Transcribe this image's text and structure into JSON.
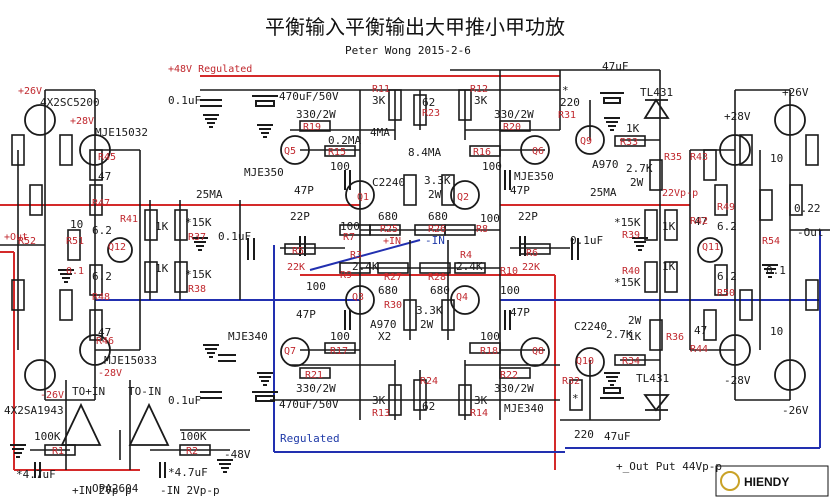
{
  "title": "平衡输入平衡输出大甲推小甲功放",
  "author_line": "Peter Wong 2015-2-6",
  "footer_note": "+_Out Put 44Vp-p",
  "logo_text": "HIENDY",
  "colors": {
    "wire": "#1a1a1a",
    "positive_rail": "#d42a2a",
    "negative_rail": "#2230b0",
    "label_red": "#c0272d",
    "regulated_blue": "#1f3aa8"
  },
  "labels": {
    "plus48": "+48V Regulated",
    "minus48": "-48V",
    "regulated": "Regulated",
    "plus26_l": "+26V",
    "minus26_l": "-26V",
    "plus28_l": "+28V",
    "minus28_l": "-28V",
    "plus26_r": "+26V",
    "minus26_r": "-26V",
    "plus28_r": "+28V",
    "minus28_r": "-28V",
    "q_out_hi_l": "4X2SC5200",
    "q_out_lo_l": "4X2SA1943",
    "mje15032": "MJE15032",
    "mje15033": "MJE15033",
    "mje350_l": "MJE350",
    "mje340_l": "MJE340",
    "mje350_r": "MJE350",
    "mje340_r": "MJE340",
    "c2240": "C2240",
    "a970": "A970",
    "x2": "X2",
    "c2240_b": "C2240",
    "a970_r": "A970",
    "tl431_t": "TL431",
    "tl431_b": "TL431",
    "opa": "OPA2604",
    "out_plus": "+Out",
    "out_minus": "-Out",
    "in_plus": "+IN",
    "in_minus": "-IN",
    "to_plus": "TO+IN",
    "to_minus": "TO-IN",
    "in_plus_amp": "+IN 2Vp-p",
    "in_minus_amp": "-IN 2Vp-p",
    "c01_l": "0.1uF",
    "c470_t": "470uF/50V",
    "c470_b": "470uF/50V",
    "c47_t": "47uF",
    "c47_b": "47uF",
    "c01_lower": "0.1uF",
    "c01_mid_l": "0.1uF",
    "c01_mid_r": "0.1uF",
    "ma02": "0.2MA",
    "ma4": "4MA",
    "ma84": "8.4MA",
    "ma25_l": "25MA",
    "ma25_r": "25MA",
    "vpp22": "22Vp-p",
    "r330_tl": "330/2W",
    "r330_tr": "330/2W",
    "r330_bl": "330/2W",
    "r330_br": "330/2W",
    "r3k_tl": "3K",
    "r3k_tr": "3K",
    "r3k_bl": "3K",
    "r3k_br": "3K",
    "r62_t": "62",
    "r62_b": "62",
    "r100_a": "100",
    "r100_b": "100",
    "r100_c": "100",
    "r100_d": "100",
    "r100_e": "100",
    "r100_f": "100",
    "r100_g": "100",
    "r100_h": "100",
    "r680_a": "680",
    "r680_b": "680",
    "r680_c": "680",
    "r680_d": "680",
    "r33k_a": "3.3K",
    "r2w_a": "2W",
    "r33k_b": "3.3K",
    "r2w_b": "2W",
    "r24k_a": "2.4K",
    "r24k_b": "2.4K",
    "r22k_a": "22K",
    "r22k_b": "22K",
    "c22p_a": "22P",
    "c22p_b": "22P",
    "c47p_a": "47P",
    "c47p_b": "47P",
    "c47p_c": "47P",
    "c47p_d": "47P",
    "r15k_a": "*15K",
    "r15k_b": "*15K",
    "r15k_c": "*15K",
    "r15k_d": "*15K",
    "r1k_a": "1K",
    "r1k_b": "1K",
    "r1k_c": "1K",
    "r1k_d": "1K",
    "r1k_e": "1K",
    "r1k_f": "1K",
    "r62_l1": "6.2",
    "r62_l2": "6.2",
    "r62_r1": "6.2",
    "r62_r2": "6.2",
    "r47_a": "47",
    "r47_b": "47",
    "r47_c": "47",
    "r47_d": "47",
    "r10_a": "10",
    "r10_b": "10",
    "r10_c": "10",
    "r01_a": "0.1",
    "r01_b": "0.1",
    "r022": "0.22",
    "r27k_a": "2.7K",
    "r2w_c": "2W",
    "r27k_b": "2.7K",
    "r2w_d": "2W",
    "r220_t": "220",
    "r220_b": "220",
    "r100k_a": "100K",
    "r100k_b": "100K",
    "c47uf_a": "*4.7uF",
    "c47uf_b": "*4.7uF",
    "star_a": "*",
    "star_b": "*",
    "refs": {
      "R11": "R11",
      "R12": "R12",
      "R23": "R23",
      "R19": "R19",
      "R20": "R20",
      "R15": "R15",
      "R16": "R16",
      "R31": "R31",
      "R33": "R33",
      "R35": "R35",
      "R43": "R43",
      "R45": "R45",
      "R47": "R47",
      "R41": "R41",
      "R37": "R37",
      "R38": "R38",
      "R51": "R51",
      "R5": "R5",
      "R7": "R7",
      "R9": "R9",
      "R25": "R25",
      "R26": "R26",
      "R27": "R27",
      "R28": "R28",
      "R3": "R3",
      "R4": "R4",
      "R8": "R8",
      "R6": "R6",
      "R10": "R10",
      "R30": "R30",
      "R17": "R17",
      "R21": "R21",
      "R13": "R13",
      "R24": "R24",
      "R14": "R14",
      "R18": "R18",
      "R22": "R22",
      "R48": "R48",
      "R46": "R46",
      "R1": "R1",
      "R2": "R2",
      "R42": "R42",
      "R49": "R49",
      "R39": "R39",
      "R40": "R40",
      "R50": "R50",
      "R36": "R36",
      "R34": "R34",
      "R32": "R32",
      "R44": "R44",
      "R52": "R52",
      "R54": "R54",
      "Q1": "Q1",
      "Q2": "Q2",
      "Q3": "Q3",
      "Q4": "Q4",
      "Q5": "Q5",
      "Q6": "Q6",
      "Q7": "Q7",
      "Q8": "Q8",
      "Q9": "Q9",
      "Q10": "Q10",
      "Q11": "Q11",
      "Q12": "Q12"
    }
  }
}
